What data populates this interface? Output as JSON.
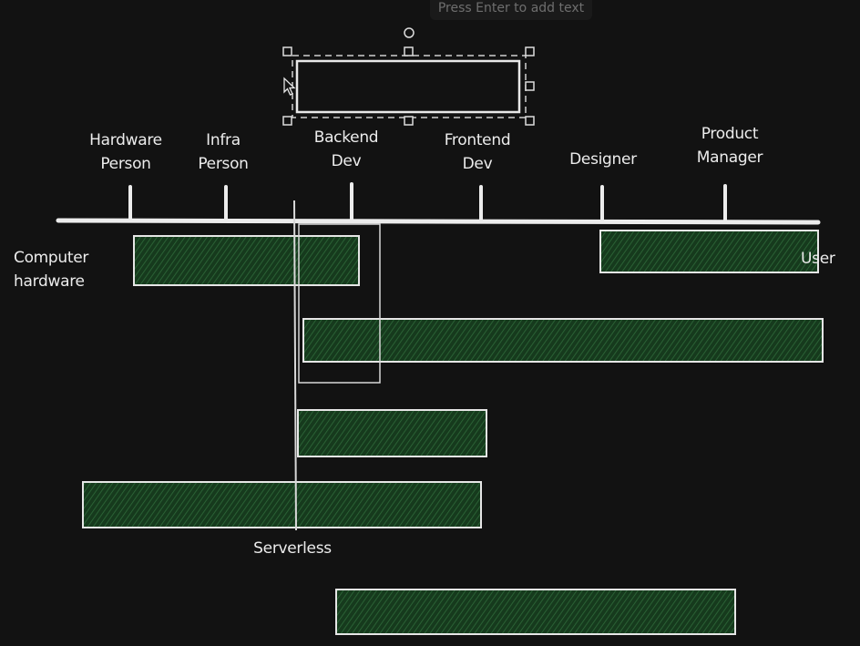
{
  "toast": {
    "text": "Press Enter to add text"
  },
  "canvas": {
    "background": "#121212",
    "stroke_color": "#ececec",
    "fill_color": "#1d4a25"
  },
  "axis": {
    "ticks": [
      {
        "id": "hardware-person",
        "label": "Hardware\nPerson"
      },
      {
        "id": "infra-person",
        "label": "Infra\nPerson"
      },
      {
        "id": "backend-dev",
        "label": "Backend\nDev"
      },
      {
        "id": "frontend-dev",
        "label": "Frontend\nDev"
      },
      {
        "id": "designer",
        "label": "Designer"
      },
      {
        "id": "product-manager",
        "label": "Product\nManager"
      }
    ],
    "left_end_label": "Computer\nhardware",
    "right_end_label": "User"
  },
  "bars": [
    {
      "id": "bar-1",
      "name": "computer-hardware-range-bar"
    },
    {
      "id": "bar-2",
      "name": "user-range-bar"
    },
    {
      "id": "bar-3",
      "name": "backend-to-user-bar"
    },
    {
      "id": "bar-4",
      "name": "backend-to-frontend-bar"
    },
    {
      "id": "bar-5",
      "name": "serverless-bar",
      "label": "Serverless"
    },
    {
      "id": "bar-6",
      "name": "bottom-range-bar"
    }
  ],
  "selection": {
    "element": "empty-text-box",
    "cursor": "move-cursor"
  }
}
